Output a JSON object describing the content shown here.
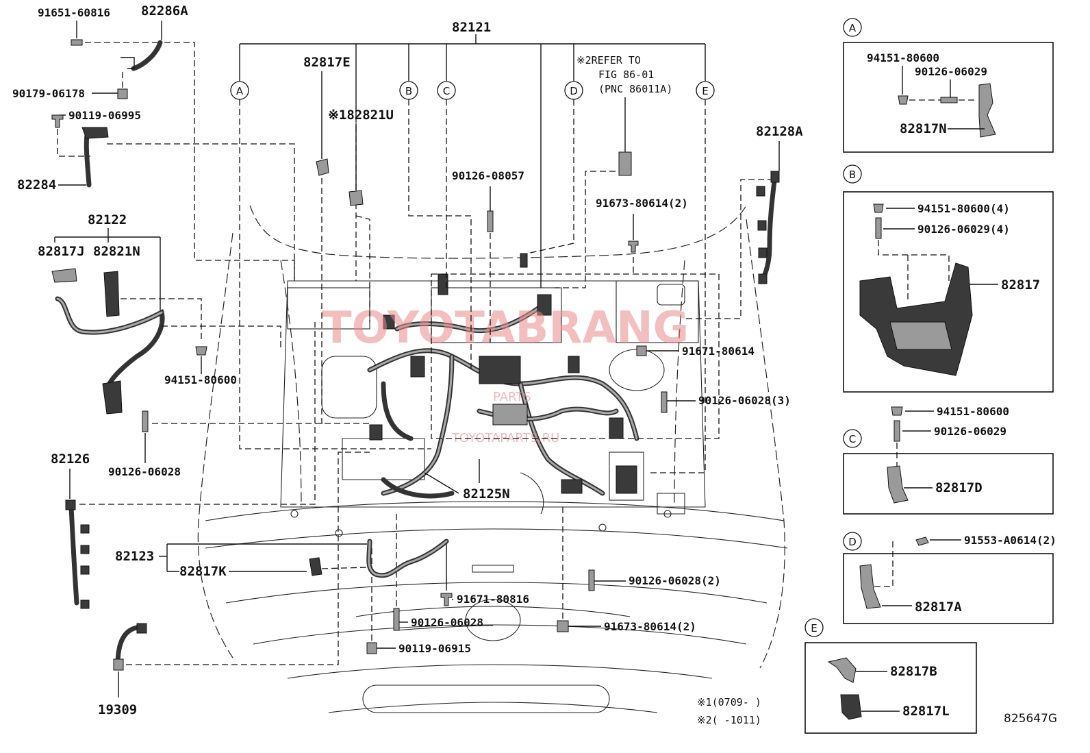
{
  "labels": {
    "p91651": "91651-60816",
    "p82286A": "82286A",
    "p90179": "90179-06178",
    "p90119a": "90119-06995",
    "p82284": "82284",
    "p82122": "82122",
    "p82817J": "82817J",
    "p82821N": "82821N",
    "p94151a": "94151-80600",
    "p90126a": "90126-06028",
    "p82126": "82126",
    "p82123": "82123",
    "p82817K": "82817K",
    "p19309": "19309",
    "p82121": "82121",
    "p82817E": "82817E",
    "p82821U": "※182821U",
    "ref_line1": "※2REFER TO",
    "ref_line2": "FIG 86-01",
    "ref_line3": "(PNC 86011A)",
    "p90126_08057": "90126-08057",
    "p91673a": "91673-80614(2)",
    "p82128A": "82128A",
    "p91671a": "91671-80614",
    "p90126_3": "90126-06028(3)",
    "p82125N": "82125N",
    "p91671b": "91671-80816",
    "p90126b": "90126-06028",
    "p90119b": "90119-06915",
    "p90126_2": "90126-06028(2)",
    "p91673b": "91673-80614(2)"
  },
  "callouts": {
    "A": "A",
    "B": "B",
    "C": "C",
    "D": "D",
    "E": "E"
  },
  "inset_A": {
    "nut": "94151-80600",
    "stud": "90126-06029",
    "part": "82817N"
  },
  "inset_B": {
    "nut": "94151-80600(4)",
    "stud": "90126-06029(4)",
    "part": "82817"
  },
  "inset_C": {
    "nut": "94151-80600",
    "stud": "90126-06029",
    "part": "82817D"
  },
  "inset_D": {
    "bolt": "91553-A0614(2)",
    "part": "82817A"
  },
  "inset_E": {
    "part1": "82817B",
    "part2": "82817L"
  },
  "notes": {
    "note1": "※1(0709-    )",
    "note2": "※2(     -1011)"
  },
  "diagram_code": "825647G",
  "watermark": {
    "main": "TOYOTABRANG",
    "sub1": "PARTS",
    "sub2": "TOYOTAPARTS.RU"
  }
}
